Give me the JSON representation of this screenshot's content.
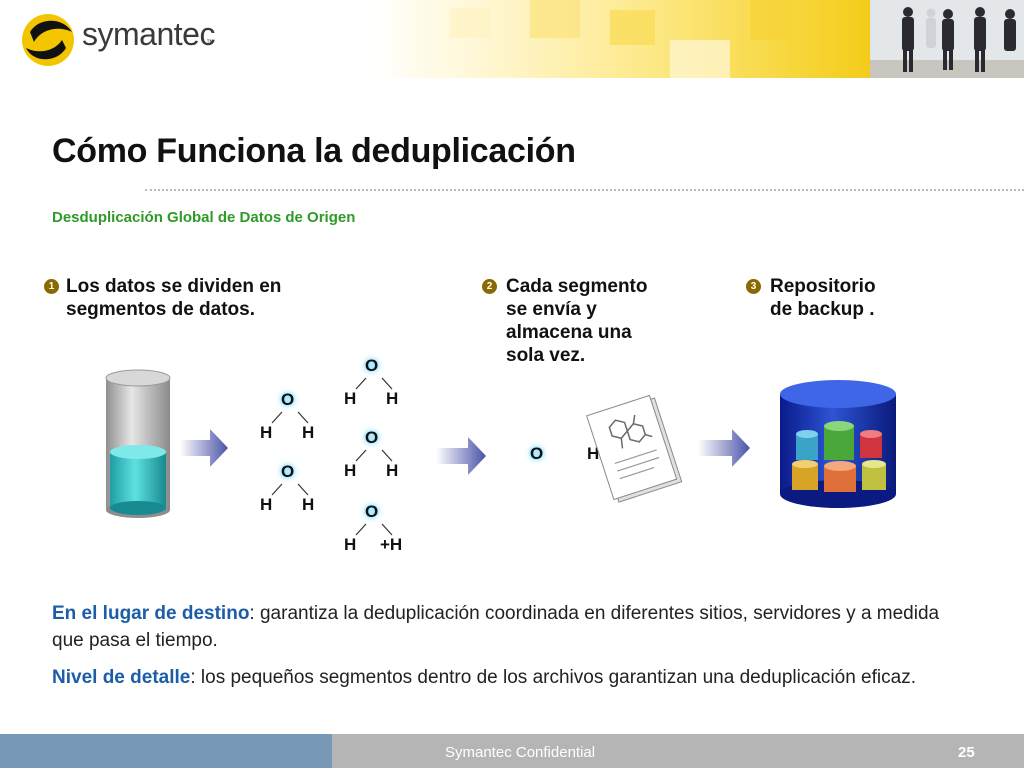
{
  "header": {
    "logo_text": "symantec",
    "logo_tm": "™"
  },
  "slide": {
    "title": "Cómo Funciona la deduplicación",
    "subtitle": "Desduplicación Global de Datos de Origen",
    "steps": [
      {
        "badge": "1",
        "lines": [
          "Los datos se dividen en",
          "segmentos de datos."
        ]
      },
      {
        "badge": "2",
        "lines": [
          "Cada segmento",
          "se envía y",
          "almacena una",
          "sola vez."
        ]
      },
      {
        "badge": "3",
        "lines": [
          "Repositorio",
          "de backup ."
        ]
      }
    ],
    "molecules": [
      {
        "o": "O",
        "h1": "H",
        "h2": "H"
      },
      {
        "o": "O",
        "h1": "H",
        "h2": "H"
      },
      {
        "o": "O",
        "h1": "H",
        "h2": "H"
      },
      {
        "o": "O",
        "h1": "H",
        "h2": "H"
      },
      {
        "o": "O",
        "h1": "H",
        "h2": "+H"
      }
    ],
    "single_segment": {
      "o": "O",
      "h": "H"
    },
    "bullets": [
      {
        "keyword": "En el lugar de destino",
        "text": ": garantiza la deduplicación coordinada en diferentes sitios, servidores y a medida que pasa el tiempo."
      },
      {
        "keyword": "Nivel de detalle",
        "text": ": los pequeños segmentos dentro de los archivos garantizan una deduplicación eficaz."
      }
    ]
  },
  "footer": {
    "confidential": "Symantec Confidential",
    "page_number": "25"
  },
  "colors": {
    "title": "#111111",
    "subtitle_green": "#2f9a26",
    "keyword_blue": "#1b5da8",
    "footer_blue": "#7898b7",
    "footer_gray": "#b5b5b5",
    "arrow_blue": "#4a53a8",
    "logo_yellow": "#f3c500"
  }
}
